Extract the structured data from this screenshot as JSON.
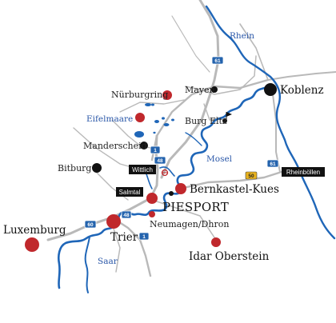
{
  "map": {
    "colors": {
      "river": "#1f66b8",
      "road": "#b7b7b7",
      "city_red": "#c0282c",
      "city_black": "#111111",
      "shield_blue": "#2463ad",
      "shield_yellow": "#e8b21e",
      "label_box": "#111111"
    },
    "labels": {
      "rhein": "Rhein",
      "mosel": "Mosel",
      "saar": "Saar",
      "eifelmaare": "Eifelmaare",
      "koblenz": "Koblenz",
      "mayen": "Mayen",
      "nurburgring": "Nürburgring",
      "burg_eltz": "Burg Eltz",
      "manderscheid": "Manderscheid",
      "bitburg": "Bitburg",
      "bernkastel": "Bernkastel-Kues",
      "piesport": "PIESPORT",
      "neumagen": "Neumagen/Dhron",
      "trier": "Trier",
      "luxemburg": "Luxemburg",
      "idar_oberstein": "Idar Oberstein"
    },
    "boxes": {
      "wittlich": "Wittlich",
      "salmtal": "Salmtal",
      "rheinbollen": "Rheinböllen"
    },
    "shields": {
      "a61_top": "61",
      "a61_right": "61",
      "a1_mid": "1",
      "a48": "48",
      "a60": "60",
      "a48_w": "48",
      "a1_south": "1",
      "b50": "50"
    },
    "icons": {
      "burg_flag": "castle-flag-icon",
      "airport": "airport-icon"
    }
  }
}
